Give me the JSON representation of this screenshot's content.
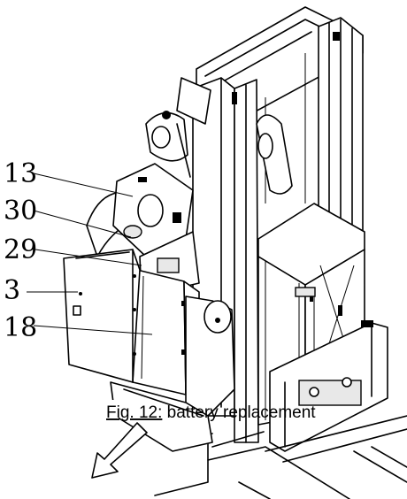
{
  "callouts": [
    {
      "id": "13",
      "label": "13"
    },
    {
      "id": "30",
      "label": "30"
    },
    {
      "id": "29",
      "label": "29"
    },
    {
      "id": "3",
      "label": "3"
    },
    {
      "id": "18",
      "label": "18"
    }
  ],
  "caption": {
    "prefix": "Fig. 12:",
    "text": " battery replacement"
  }
}
